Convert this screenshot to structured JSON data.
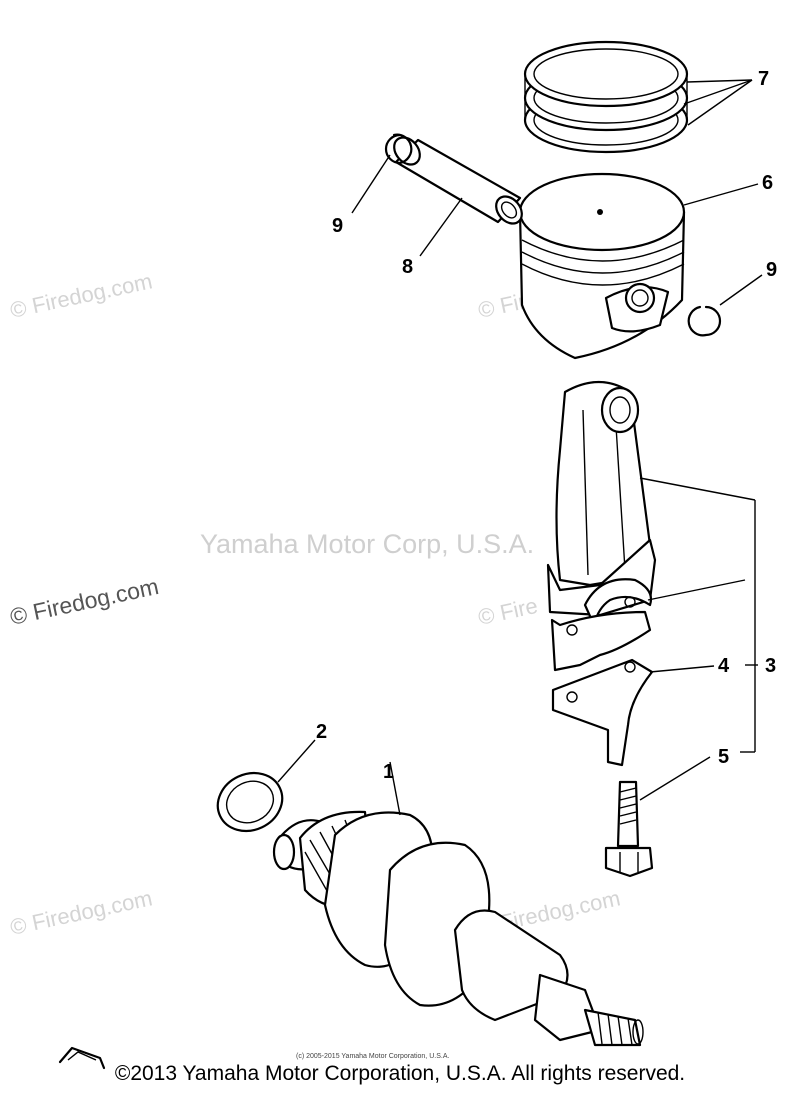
{
  "callouts": {
    "c1": "1",
    "c2": "2",
    "c3": "3",
    "c4": "4",
    "c5": "5",
    "c6": "6",
    "c7": "7",
    "c8": "8",
    "c9a": "9",
    "c9b": "9"
  },
  "watermarks": {
    "firedog": "© Firedog.com",
    "firedog_short": "© Fire",
    "yamaha": "Yamaha Motor Corp, U.S.A."
  },
  "fine_print": "(c) 2005-2015 Yamaha Motor Corporation, U.S.A.",
  "footer": {
    "copyright": "©2013 Yamaha Motor Corporation, U.S.A. All rights reserved."
  }
}
